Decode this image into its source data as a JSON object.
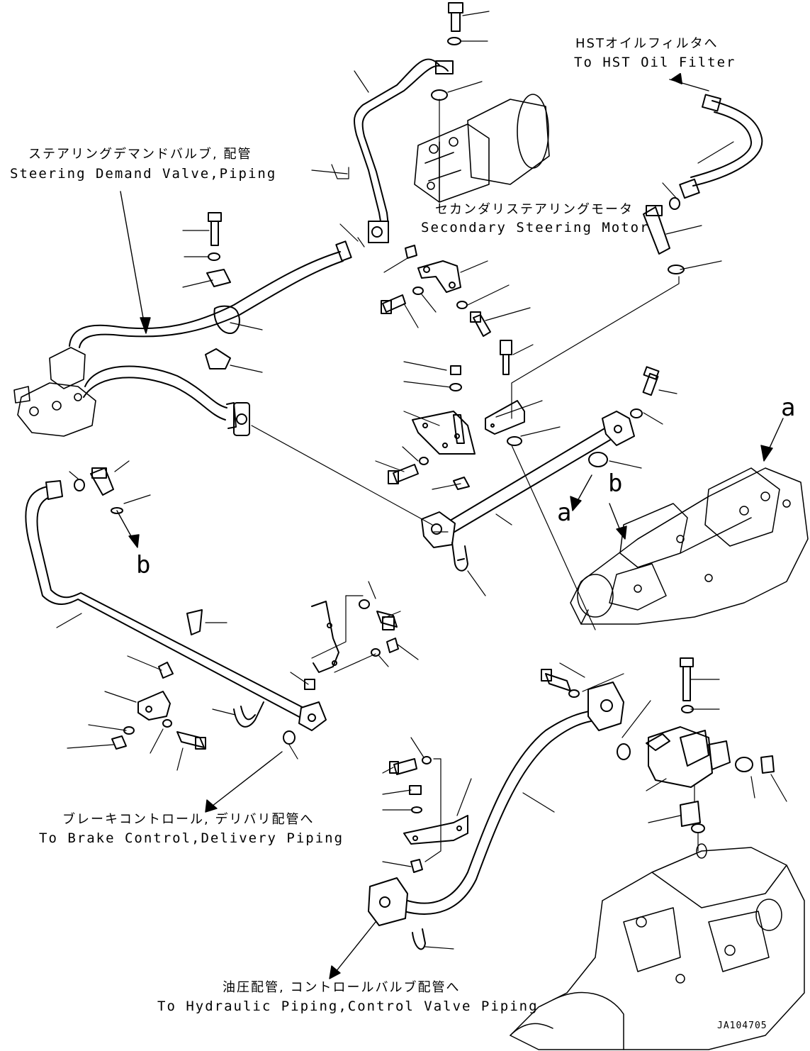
{
  "labels": {
    "hst_jp": "HSTオイルフィルタへ",
    "hst_en": "To HST Oil Filter",
    "steering_jp": "ステアリングデマンドバルブ, 配管",
    "steering_en": "Steering Demand Valve,Piping",
    "secondary_jp": "セカンダリステアリングモータ",
    "secondary_en": "Secondary Steering Motor",
    "brake_jp": "ブレーキコントロール, デリバリ配管へ",
    "brake_en": "To Brake Control,Delivery Piping",
    "hydraulic_jp": "油圧配管, コントロールバルブ配管へ",
    "hydraulic_en": "To Hydraulic Piping,Control Valve Piping",
    "marker_a_right": "a",
    "marker_a_mid": "a",
    "marker_b_right": "b",
    "marker_b_left": "b",
    "drawing_code": "JA104705"
  }
}
